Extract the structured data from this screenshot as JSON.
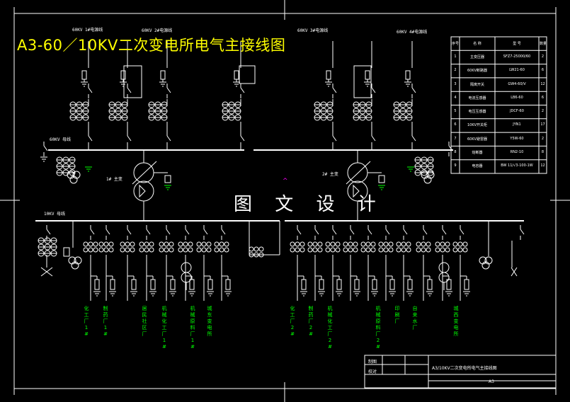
{
  "title": "A3-60／10KV二次变电所电气主接线图",
  "watermark": "图 文 设 计",
  "bus_labels": {
    "line1": "60KV 1#电源线",
    "line2": "60KV 2#电源线",
    "line3": "60KV 3#电源线",
    "line4": "60KV 4#电源线",
    "pt60_left": "60KV 母线",
    "bus10_left": "10KV 母线",
    "tr1": "1# 主变",
    "tr2": "2# 主变"
  },
  "feeders_left": [
    "化工厂1#",
    "制药厂1#",
    "居民社区厂",
    "机械化工厂1#",
    "机械原料厂1#",
    "城东变电所"
  ],
  "feeders_right": [
    "化工厂2#",
    "制药厂2#",
    "机械化工厂2#",
    "机械原料厂2#",
    "印刷厂",
    "自来水厂",
    "城西变电所"
  ],
  "equipment_table": {
    "headers": [
      "序号",
      "名 称",
      "型 号",
      "数量"
    ],
    "rows": [
      [
        "1",
        "主变压器",
        "SFZ7-25000/60",
        "2"
      ],
      [
        "2",
        "60KV断路器",
        "LW21-60",
        "6"
      ],
      [
        "3",
        "隔离开关",
        "GW4-60/V",
        "12"
      ],
      [
        "4",
        "电流互感器",
        "LB6-60",
        "6"
      ],
      [
        "5",
        "电压互感器",
        "JDCF-60",
        "2"
      ],
      [
        "6",
        "10KV开关柜",
        "JYN1",
        "17"
      ],
      [
        "7",
        "60KV避雷器",
        "Y5W-60",
        "2"
      ],
      [
        "8",
        "熔断器",
        "RN2-10",
        "8"
      ],
      [
        "9",
        "电容器",
        "BW 11/√3-100-1W",
        "12"
      ]
    ]
  },
  "title_block": {
    "drawn_label": "制图",
    "checked_label": "校对",
    "drawing_title": "A3/10KV二次变电所电气主接线图",
    "sheet_size": "A3"
  },
  "colors": {
    "background": "#000000",
    "lines": "#ffffff",
    "title": "#ffff00",
    "feeder_labels": "#00ff00",
    "grounding": "#00ff00"
  }
}
